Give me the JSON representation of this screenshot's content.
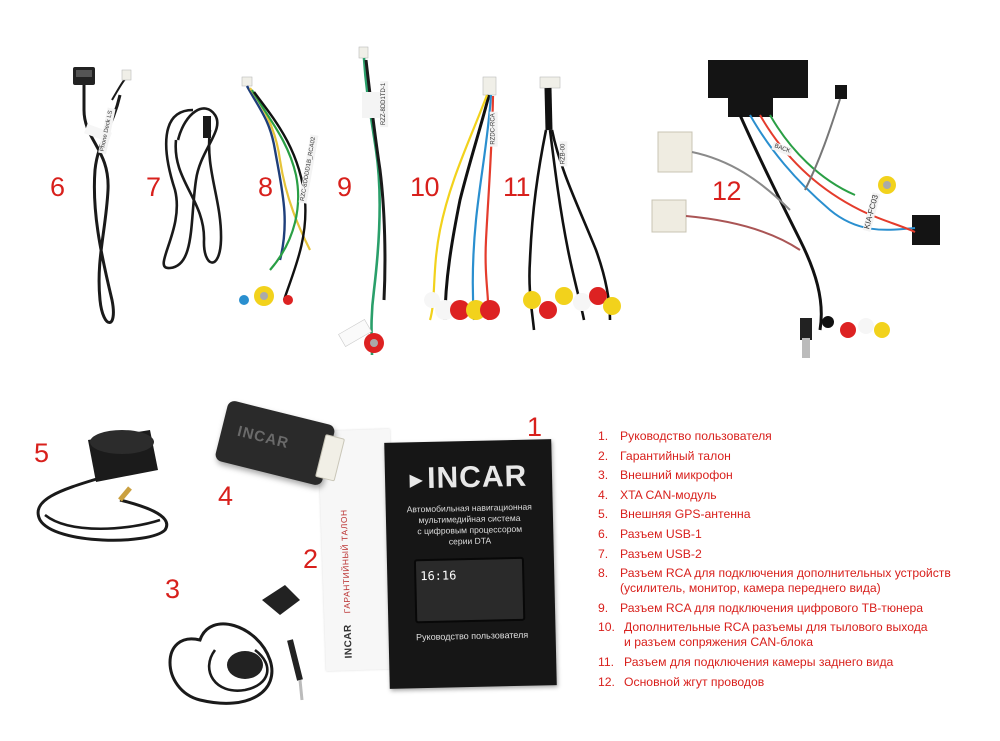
{
  "manual": {
    "brand": "INCAR",
    "description": "Автомобильная навигационная\nмультимедийная система\nс цифровым процессором\nсерии DTA",
    "clock": "16:16",
    "title": "Руководство пользователя"
  },
  "warranty": {
    "brand": "INCAR",
    "title": "ГАРАНТИЙНЫЙ ТАЛОН"
  },
  "module": {
    "brand": "INCAR"
  },
  "cable_tags": {
    "t6": "Phone Deck LS",
    "t8": "RZC-8DDDD1B_RCA02",
    "t9": "RZZ-8DD1TD-1",
    "t10": "RZDC-RCA",
    "t11": "RZB-00",
    "t12a": "BACK",
    "t12b": "KIA-FC03"
  },
  "callouts": {
    "n1": "1",
    "n2": "2",
    "n3": "3",
    "n4": "4",
    "n5": "5",
    "n6": "6",
    "n7": "7",
    "n8": "8",
    "n9": "9",
    "n10": "10",
    "n11": "11",
    "n12": "12"
  },
  "legend": [
    {
      "num": "1.",
      "text": "Руководство пользователя"
    },
    {
      "num": "2.",
      "text": "Гарантийный талон"
    },
    {
      "num": "3.",
      "text": "Внешний микрофон"
    },
    {
      "num": "4.",
      "text": "XTA CAN-модуль"
    },
    {
      "num": "5.",
      "text": "Внешняя GPS-антенна"
    },
    {
      "num": "6.",
      "text": "Разъем USB-1"
    },
    {
      "num": "7.",
      "text": "Разъем USB-2"
    },
    {
      "num": "8.",
      "text": "Разъем RCA для подключения дополнительных устройств\n(усилитель, монитор, камера переднего вида)"
    },
    {
      "num": "9.",
      "text": "Разъем RCA для подключения цифрового ТВ-тюнера"
    },
    {
      "num": "10.",
      "text": "Дополнительные RCA разъемы для тылового выхода\nи разъем сопряжения CAN-блока"
    },
    {
      "num": "11.",
      "text": "Разъем для подключения камеры заднего вида"
    },
    {
      "num": "12.",
      "text": "Основной жгут проводов"
    }
  ],
  "colors": {
    "accent": "#d8201c",
    "manual_bg": "#161616",
    "cable": "#1a1a1a"
  }
}
